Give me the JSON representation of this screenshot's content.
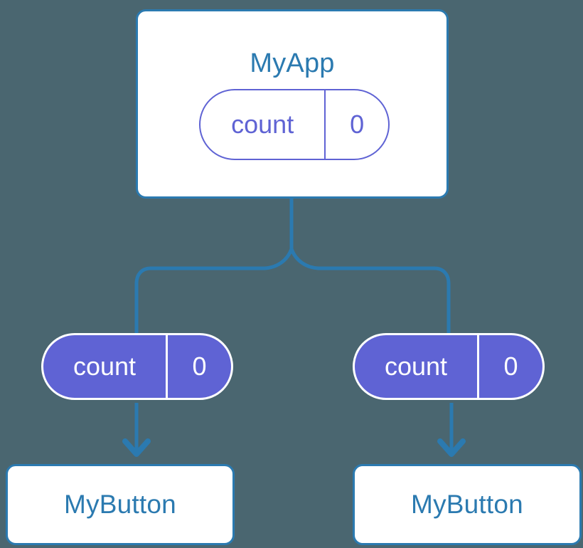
{
  "diagram": {
    "title_text": "MyApp",
    "background_color": "#4a6670",
    "component_border_color": "#2b7ab0",
    "component_text_color": "#2b7ab0",
    "state_color": "#5f63d4",
    "connector_color": "#2b7ab0",
    "root": {
      "name": "MyApp",
      "state_pill": {
        "key": "count",
        "value": "0"
      }
    },
    "props": [
      {
        "key": "count",
        "value": "0"
      },
      {
        "key": "count",
        "value": "0"
      }
    ],
    "children": [
      {
        "name": "MyButton"
      },
      {
        "name": "MyButton"
      }
    ]
  }
}
